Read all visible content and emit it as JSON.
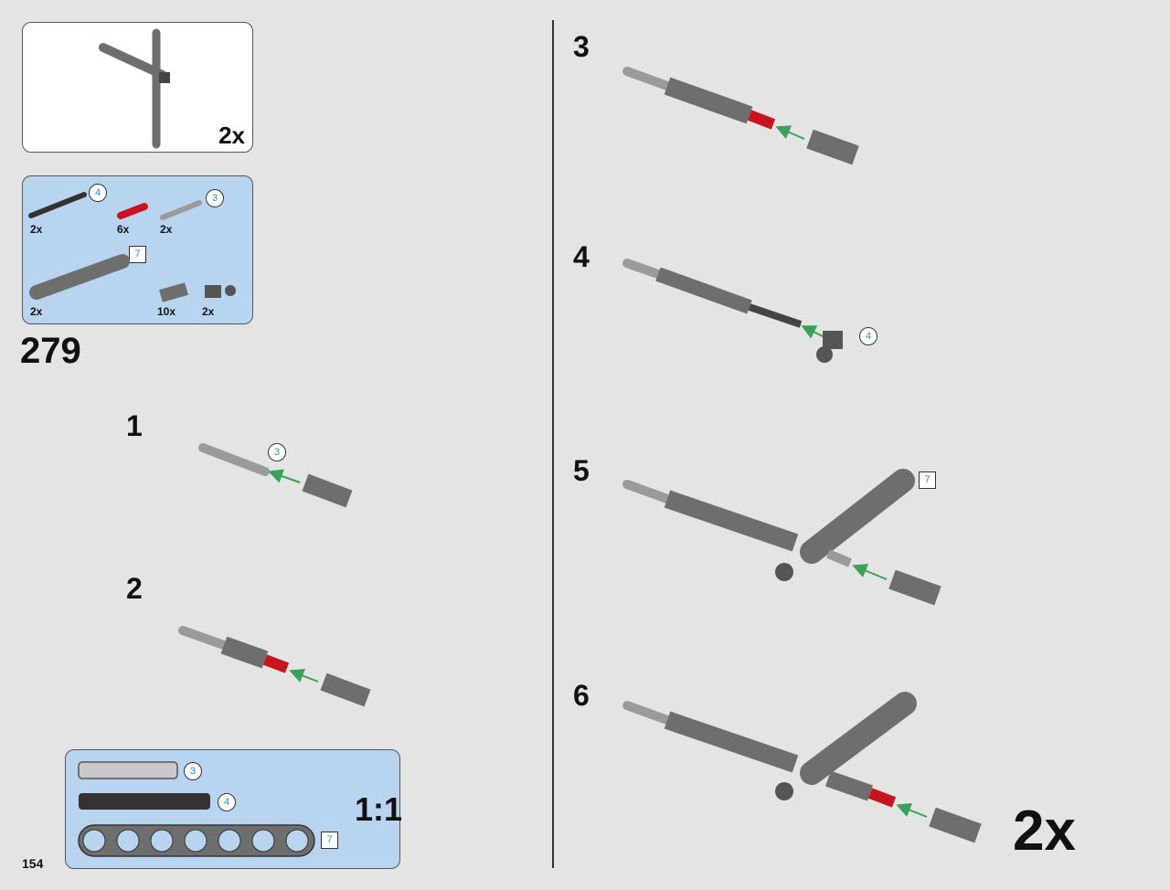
{
  "sub_assembly": {
    "multiplier": "2x"
  },
  "parts_list": {
    "items": [
      {
        "name": "axle-4",
        "count": "2x",
        "length_label": "4"
      },
      {
        "name": "friction-pin-red",
        "count": "6x"
      },
      {
        "name": "axle-3",
        "count": "2x",
        "length_label": "3"
      },
      {
        "name": "beam-7",
        "count": "2x",
        "length_label": "7"
      },
      {
        "name": "axle-connector",
        "count": "10x"
      },
      {
        "name": "cross-block",
        "count": "2x"
      }
    ]
  },
  "step_number": "279",
  "sub_steps": [
    "1",
    "2",
    "3",
    "4",
    "5",
    "6"
  ],
  "callouts": {
    "step1": "3",
    "step4": "4",
    "step5": "7"
  },
  "scale_box": {
    "ratio": "1:1",
    "labels": [
      "3",
      "4",
      "7"
    ]
  },
  "final_multiplier": "2x",
  "page_number": "154",
  "colors": {
    "panel_blue": "#b9d4ee",
    "part_gray": "#6e6e6e",
    "pin_red": "#c8141e",
    "arrow_green": "#3aa05a",
    "callout_blue": "#2a8fc4"
  }
}
